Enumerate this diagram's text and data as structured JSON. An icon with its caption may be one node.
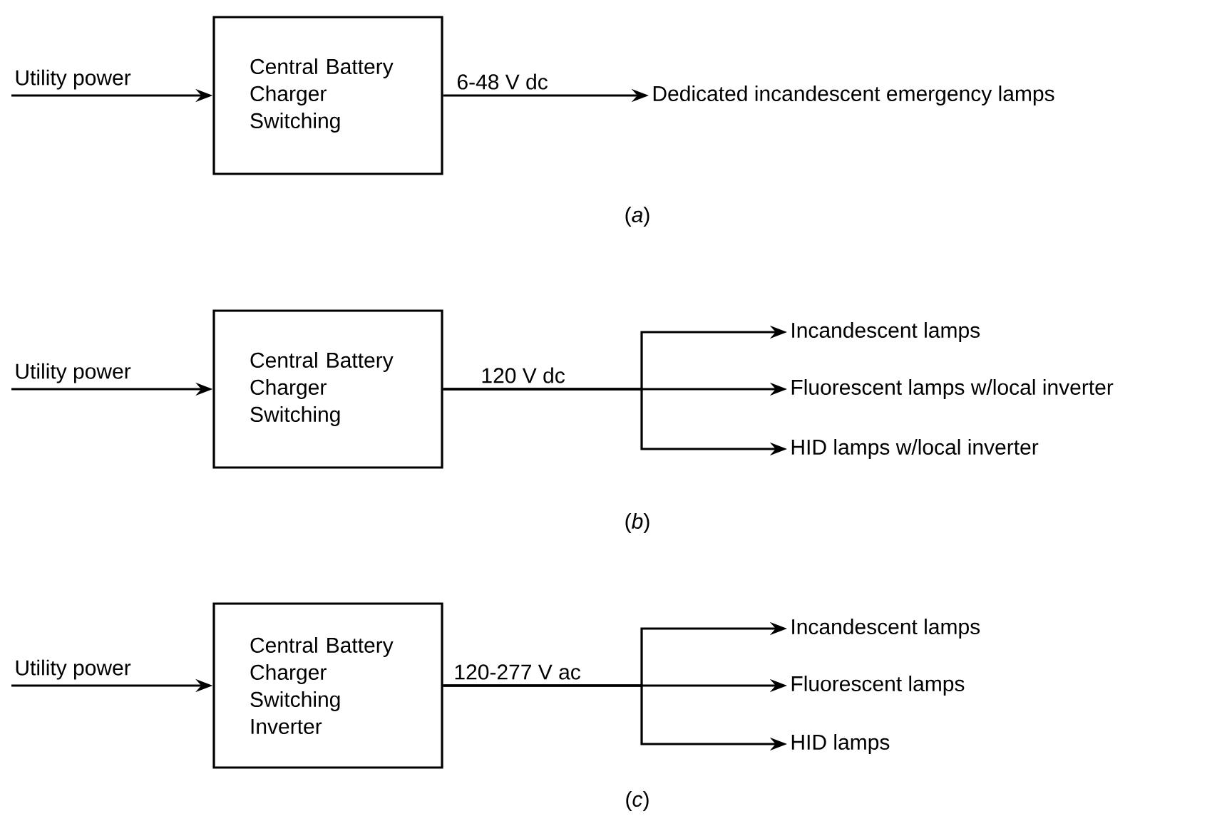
{
  "diagram": {
    "nodes": [
      {
        "text": [
          "Central Battery Charger Switching"
        ]
      },
      {
        "text": [
          "Dedicated incandescent emergency lamps"
        ]
      },
      {
        "text": [
          "Central Battery Charger Switching"
        ]
      },
      {
        "text": [
          "Incandescent lamps"
        ]
      },
      {
        "text": [
          "Fluorescent lamps w/local inverter"
        ]
      },
      {
        "text": [
          "HID lamps w/local inverter"
        ]
      },
      {
        "text": [
          "Central Battery Charger Switching Inverter"
        ]
      },
      {
        "text": [
          "Incandescent lamps"
        ]
      },
      {
        "text": [
          "Fluorescent lamps"
        ]
      },
      {
        "text": [
          "HID lamps"
        ]
      }
    ],
    "edges": [
      {
        "from": null,
        "to": 0,
        "arrow": "to",
        "label": "Utility power"
      },
      {
        "from": 0,
        "to": 1,
        "arrow": "to",
        "label": "6-48 V dc"
      },
      {
        "from": null,
        "to": 2,
        "arrow": "to",
        "label": "Utility power"
      },
      {
        "from": 2,
        "to": 3,
        "arrow": "to"
      },
      {
        "from": 2,
        "to": 4,
        "arrow": "to",
        "label": "120 V dc"
      },
      {
        "from": 2,
        "to": 5,
        "arrow": "to"
      },
      {
        "from": null,
        "to": 6,
        "arrow": "to",
        "label": "Utility power"
      },
      {
        "from": 6,
        "to": 7,
        "arrow": "to"
      },
      {
        "from": 6,
        "to": 8,
        "arrow": "to",
        "label": "120-277 V ac"
      },
      {
        "from": 6,
        "to": 9,
        "arrow": "to"
      }
    ],
    "labels": [
      "(*a*)",
      "(*b*)",
      "(*c*)"
    ]
  }
}
